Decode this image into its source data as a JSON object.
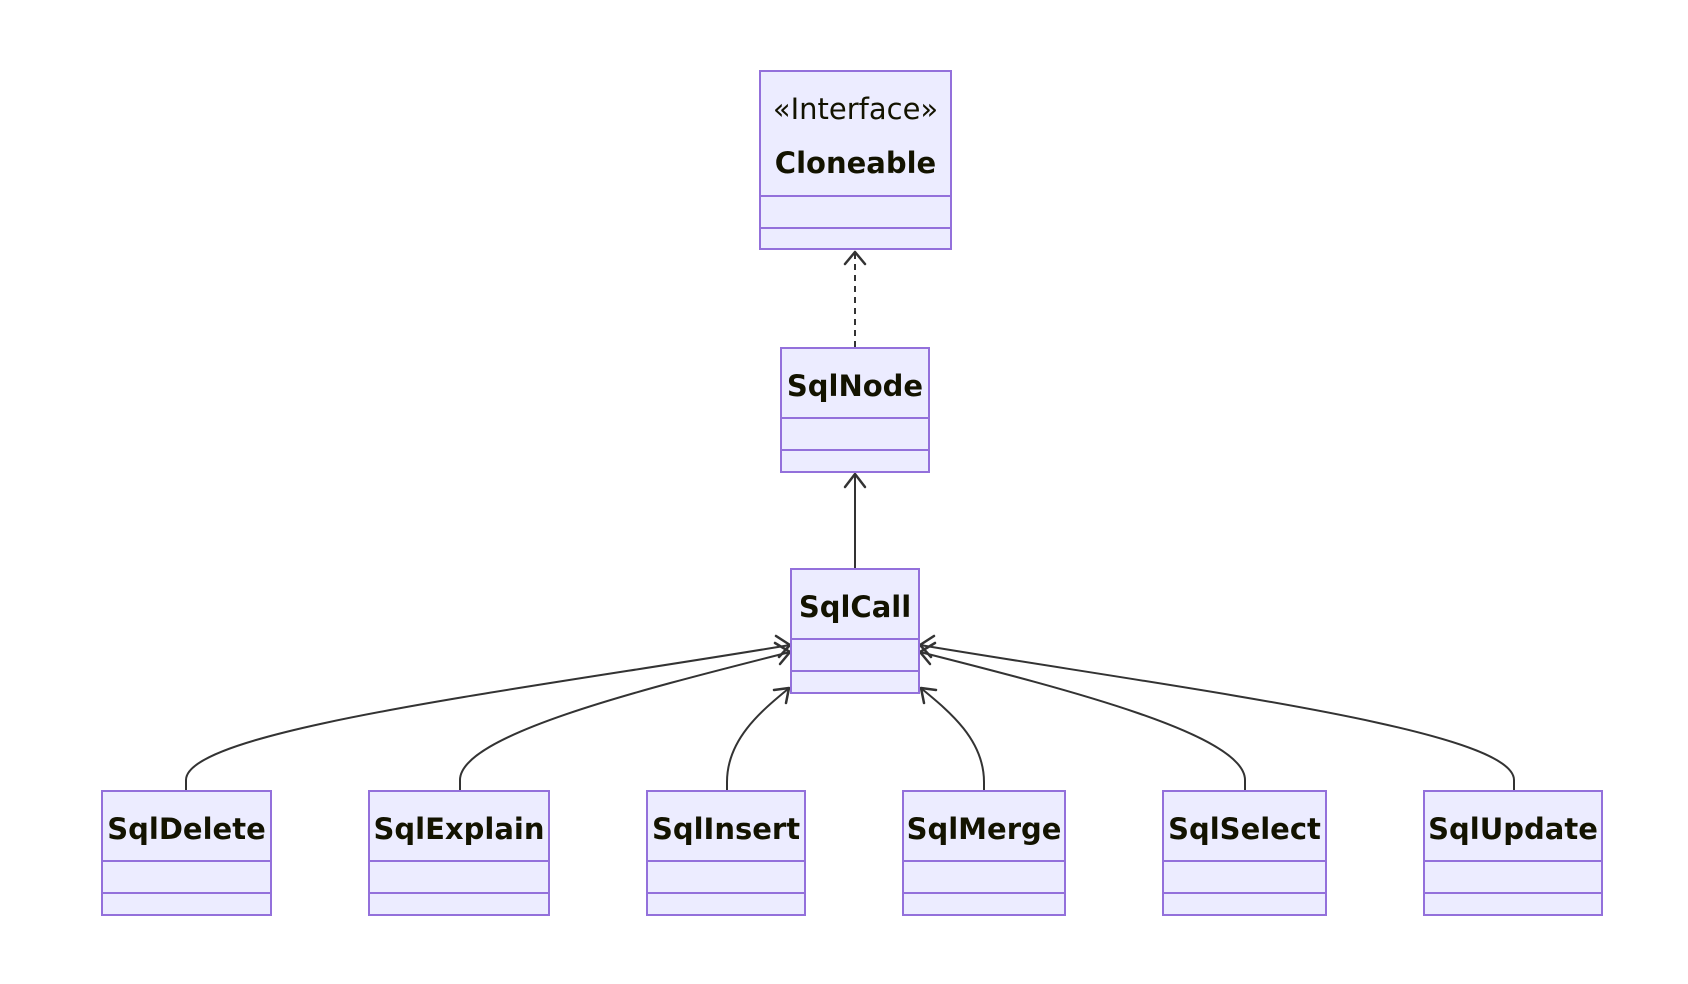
{
  "diagram": {
    "type": "class-diagram",
    "colors": {
      "box_fill": "#ECECFF",
      "box_stroke": "#9370DB",
      "edge": "#333333",
      "text": "#131300",
      "background": "#ffffff"
    },
    "classes": {
      "cloneable": {
        "stereotype": "«Interface»",
        "name": "Cloneable"
      },
      "sqlnode": {
        "name": "SqlNode"
      },
      "sqlcall": {
        "name": "SqlCall"
      },
      "sqldelete": {
        "name": "SqlDelete"
      },
      "sqlexplain": {
        "name": "SqlExplain"
      },
      "sqlinsert": {
        "name": "SqlInsert"
      },
      "sqlmerge": {
        "name": "SqlMerge"
      },
      "sqlselect": {
        "name": "SqlSelect"
      },
      "sqlupdate": {
        "name": "SqlUpdate"
      }
    },
    "relations": [
      {
        "from": "SqlNode",
        "to": "Cloneable",
        "kind": "realization",
        "line": "dashed"
      },
      {
        "from": "SqlCall",
        "to": "SqlNode",
        "kind": "association",
        "line": "solid"
      },
      {
        "from": "SqlDelete",
        "to": "SqlCall",
        "kind": "association",
        "line": "solid"
      },
      {
        "from": "SqlExplain",
        "to": "SqlCall",
        "kind": "association",
        "line": "solid"
      },
      {
        "from": "SqlInsert",
        "to": "SqlCall",
        "kind": "association",
        "line": "solid"
      },
      {
        "from": "SqlMerge",
        "to": "SqlCall",
        "kind": "association",
        "line": "solid"
      },
      {
        "from": "SqlSelect",
        "to": "SqlCall",
        "kind": "association",
        "line": "solid"
      },
      {
        "from": "SqlUpdate",
        "to": "SqlCall",
        "kind": "association",
        "line": "solid"
      }
    ]
  }
}
